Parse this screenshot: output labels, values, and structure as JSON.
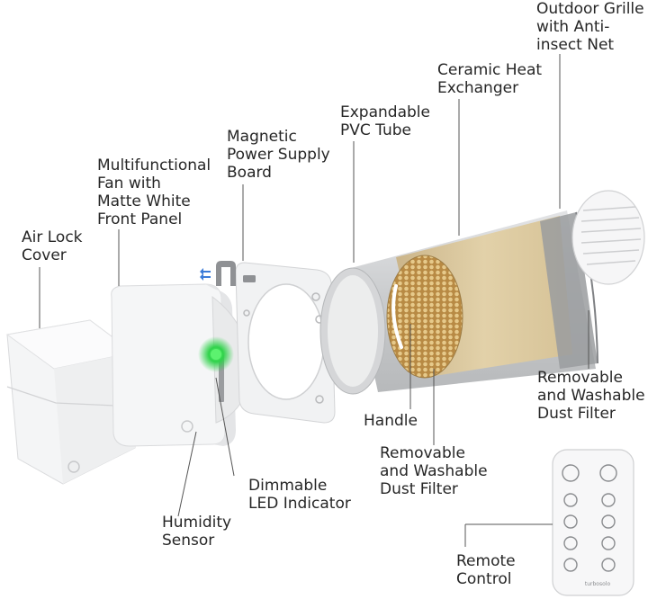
{
  "labels": {
    "outdoor_grille": [
      "Outdoor Grille",
      "with Anti-",
      "insect Net"
    ],
    "ceramic_exchanger": [
      "Ceramic Heat",
      "Exchanger"
    ],
    "pvc_tube": [
      "Expandable",
      "PVC Tube"
    ],
    "power_board": [
      "Magnetic",
      "Power Supply",
      "Board"
    ],
    "fan": [
      "Multifunctional",
      "Fan with",
      "Matte White",
      "Front Panel"
    ],
    "air_lock": [
      "Air Lock",
      "Cover"
    ],
    "dust_filter_right": [
      "Removable",
      "and Washable",
      "Dust Filter"
    ],
    "handle": [
      "Handle"
    ],
    "dust_filter_center": [
      "Removable",
      "and Washable",
      "Dust Filter"
    ],
    "led": [
      "Dimmable",
      "LED Indicator"
    ],
    "humidity": [
      "Humidity",
      "Sensor"
    ],
    "remote": [
      "Remote",
      "Control"
    ]
  },
  "brand_text": "turbosolo",
  "colors": {
    "led_green": "#2fd24a",
    "ceramic": "#d9c49a",
    "tube": "#cfd1d3",
    "leader_line": "#555555"
  }
}
